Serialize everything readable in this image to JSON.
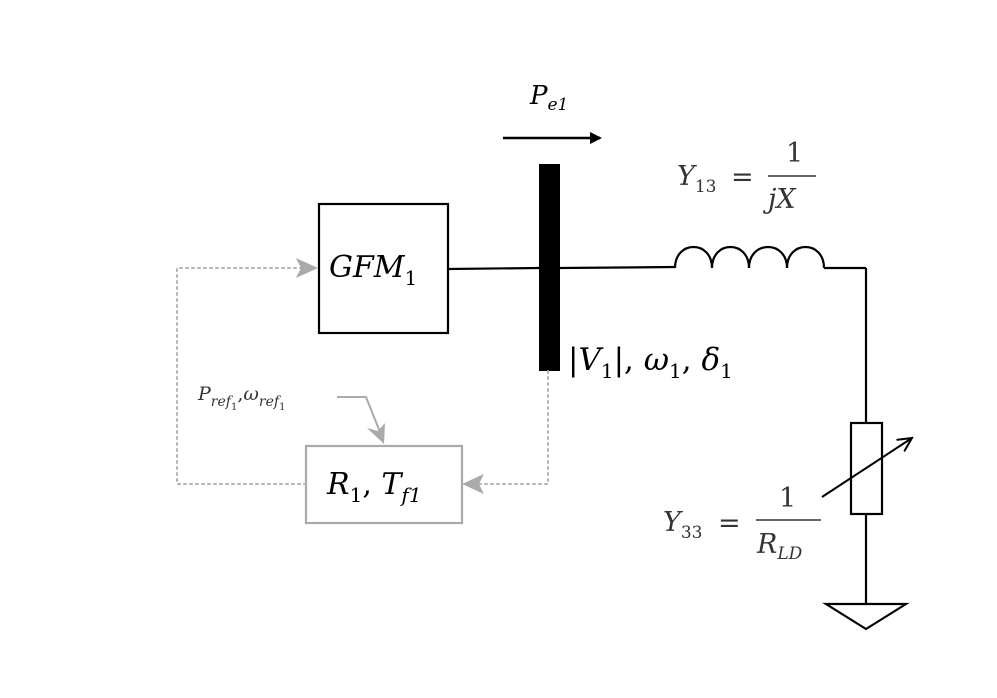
{
  "power_flow": {
    "symbol": "P",
    "subscript": "e1"
  },
  "gfm_block": {
    "name": "GFM",
    "subscript": "1"
  },
  "bus": {
    "v": "V",
    "v_sub": "1",
    "omega": "ω",
    "omega_sub": "1",
    "delta": "δ",
    "delta_sub": "1"
  },
  "line_admittance": {
    "symbol": "Y",
    "subscript": "13",
    "equals": "=",
    "numerator": "1",
    "denominator": "jX"
  },
  "load_admittance": {
    "symbol": "Y",
    "subscript": "33",
    "equals": "=",
    "numerator": "1",
    "denominator_symbol": "R",
    "denominator_subscript": "LD"
  },
  "controller_block": {
    "r": "R",
    "r_sub": "1",
    "t": "T",
    "t_sub": "f1"
  },
  "reference_inputs": {
    "p": "P",
    "p_sub": "ref",
    "p_sub_index": "1",
    "w": "ω",
    "w_sub": "ref",
    "w_sub_index": "1"
  },
  "colors": {
    "line": "#000000",
    "control": "#aaaaaa",
    "text_gray": "#333333"
  }
}
